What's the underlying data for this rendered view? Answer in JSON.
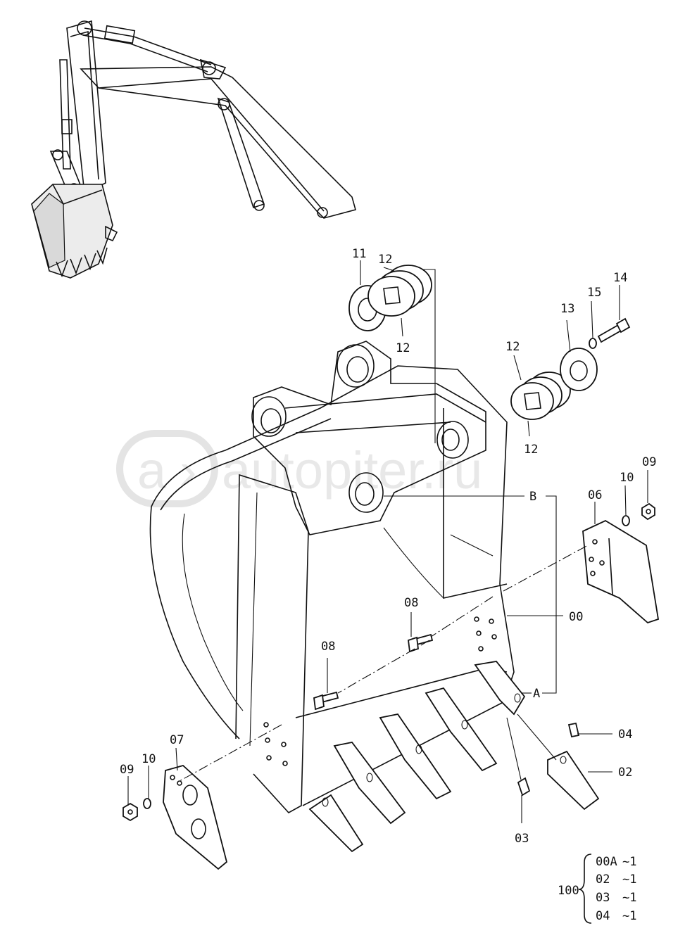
{
  "watermark": "autopiter.ru",
  "callouts": {
    "c11": "11",
    "c12a": "12",
    "c12b": "12",
    "c12c": "12",
    "c12d": "12",
    "c13": "13",
    "c14": "14",
    "c15": "15",
    "cB": "B",
    "cA": "A",
    "c06": "06",
    "c10r": "10",
    "c09r": "09",
    "c08a": "08",
    "c08b": "08",
    "c00": "00",
    "c07": "07",
    "c10l": "10",
    "c09l": "09",
    "c04": "04",
    "c02": "02",
    "c03": "03"
  },
  "kit_table": {
    "label": "100",
    "rows": [
      {
        "part": "00A",
        "qty": "~1"
      },
      {
        "part": "02",
        "qty": "~1"
      },
      {
        "part": "03",
        "qty": "~1"
      },
      {
        "part": "04",
        "qty": "~1"
      }
    ]
  }
}
